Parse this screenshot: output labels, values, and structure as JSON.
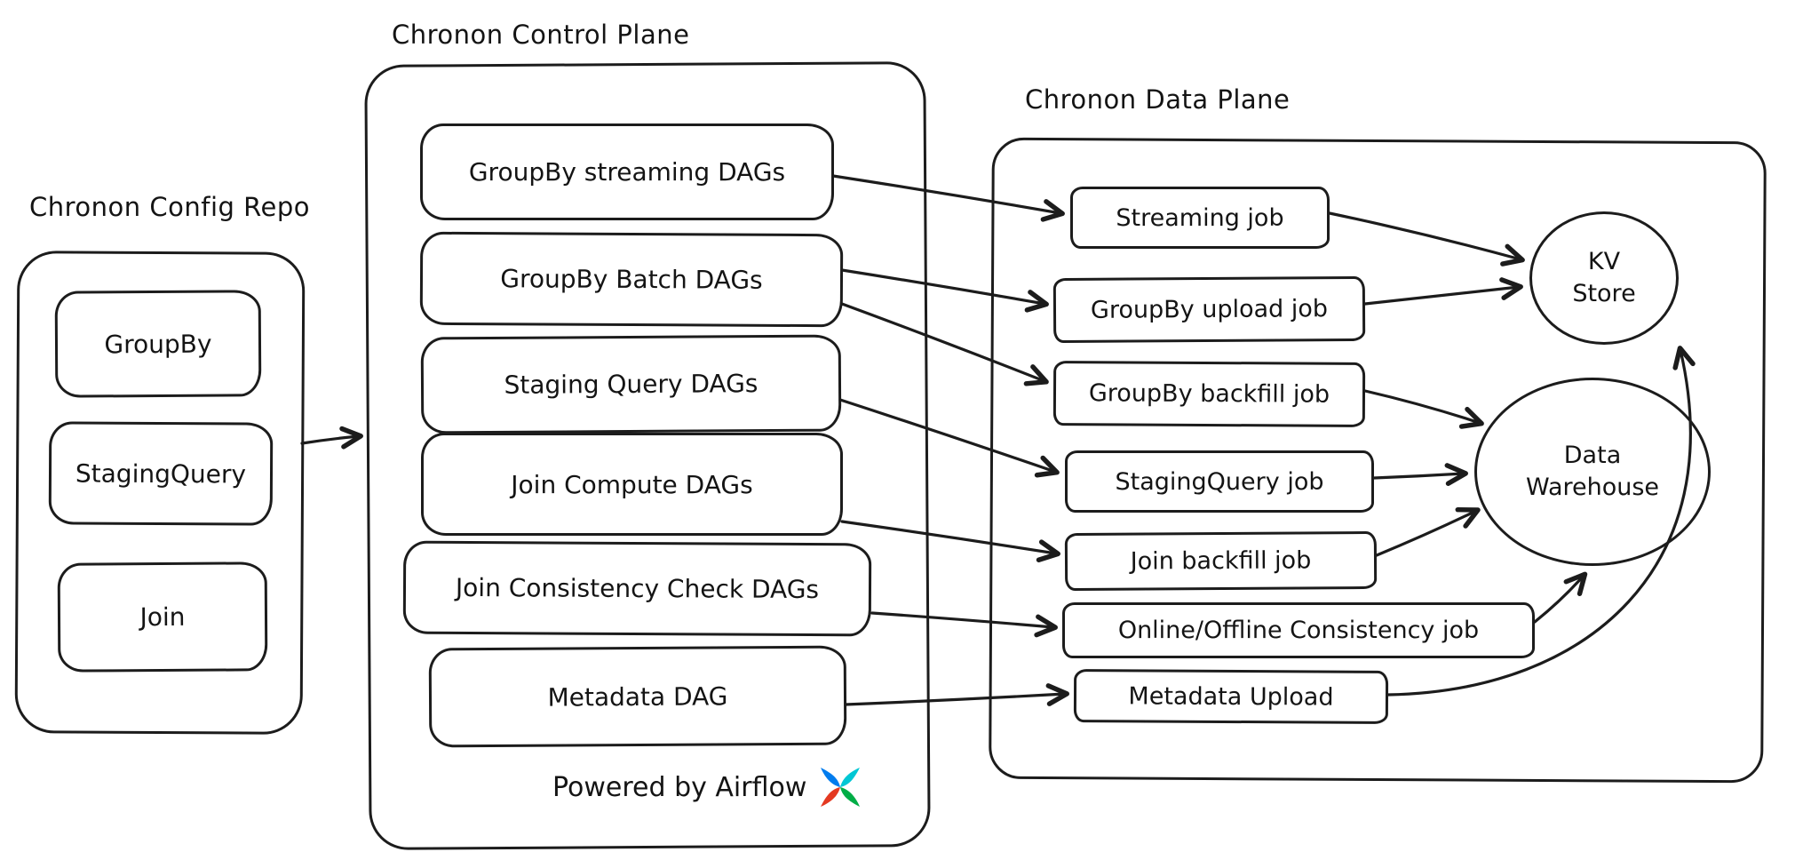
{
  "config_repo": {
    "title": "Chronon Config Repo",
    "nodes": [
      {
        "label": "GroupBy"
      },
      {
        "label": "StagingQuery"
      },
      {
        "label": "Join"
      }
    ]
  },
  "control_plane": {
    "title": "Chronon Control Plane",
    "nodes": [
      {
        "label": "GroupBy streaming DAGs"
      },
      {
        "label": "GroupBy Batch DAGs"
      },
      {
        "label": "Staging Query DAGs"
      },
      {
        "label": "Join Compute DAGs"
      },
      {
        "label": "Join Consistency Check DAGs"
      },
      {
        "label": "Metadata DAG"
      }
    ],
    "footer_label": "Powered by Airflow"
  },
  "data_plane": {
    "title": "Chronon Data Plane",
    "jobs": [
      {
        "label": "Streaming job"
      },
      {
        "label": "GroupBy upload job"
      },
      {
        "label": "GroupBy backfill job"
      },
      {
        "label": "StagingQuery job"
      },
      {
        "label": "Join backfill job"
      },
      {
        "label": "Online/Offline Consistency job"
      },
      {
        "label": "Metadata Upload"
      }
    ],
    "kv_store": {
      "line1": "KV",
      "line2": "Store"
    },
    "data_warehouse": {
      "line1": "Data",
      "line2": "Warehouse"
    }
  },
  "edges": [
    {
      "from": "Chronon Config Repo",
      "to": "Chronon Control Plane"
    },
    {
      "from": "GroupBy streaming DAGs",
      "to": "Streaming job"
    },
    {
      "from": "GroupBy Batch DAGs",
      "to": "GroupBy upload job"
    },
    {
      "from": "GroupBy Batch DAGs",
      "to": "GroupBy backfill job"
    },
    {
      "from": "Staging Query DAGs",
      "to": "StagingQuery job"
    },
    {
      "from": "Join Compute DAGs",
      "to": "Join backfill job"
    },
    {
      "from": "Join Consistency Check DAGs",
      "to": "Online/Offline Consistency job"
    },
    {
      "from": "Metadata DAG",
      "to": "Metadata Upload"
    },
    {
      "from": "Streaming job",
      "to": "KV Store"
    },
    {
      "from": "GroupBy upload job",
      "to": "KV Store"
    },
    {
      "from": "GroupBy backfill job",
      "to": "Data Warehouse"
    },
    {
      "from": "StagingQuery job",
      "to": "Data Warehouse"
    },
    {
      "from": "Join backfill job",
      "to": "Data Warehouse"
    },
    {
      "from": "Online/Offline Consistency job",
      "to": "Data Warehouse"
    },
    {
      "from": "Metadata Upload",
      "to": "KV Store"
    }
  ]
}
